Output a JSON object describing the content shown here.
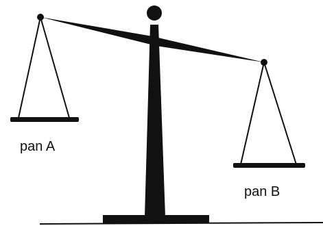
{
  "labels": {
    "pan_a": "pan A",
    "pan_b": "pan B"
  },
  "colors": {
    "ink": "#111111",
    "background": "#ffffff"
  },
  "state": {
    "heavier_side": "pan B"
  }
}
